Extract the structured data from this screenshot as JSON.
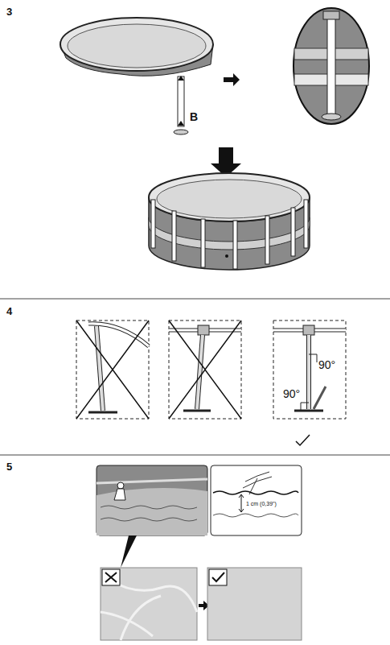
{
  "diagram": {
    "labels": [
      "3",
      "B",
      "4",
      "90°",
      "90°",
      "5",
      "1 cm (0,39\")"
    ]
  }
}
